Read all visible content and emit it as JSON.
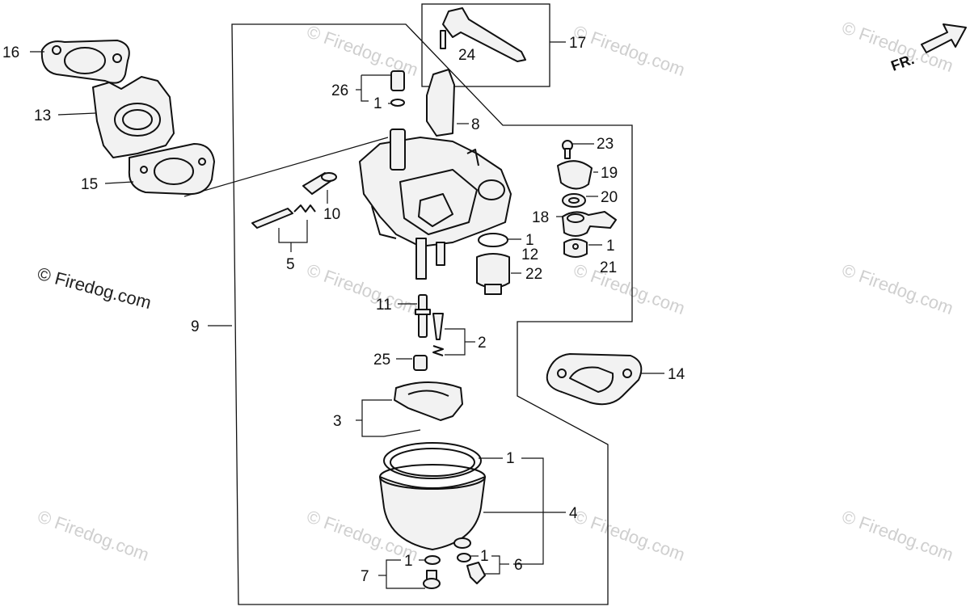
{
  "watermark": {
    "text": "© Firedog.com"
  },
  "direction_label": "FR.",
  "callouts": {
    "c16": "16",
    "c13": "13",
    "c15": "15",
    "c26": "26",
    "c1_a": "1",
    "c8": "8",
    "c17": "17",
    "c24": "24",
    "c23": "23",
    "c19": "19",
    "c20": "20",
    "c18": "18",
    "c1_b": "1",
    "c21": "21",
    "c10": "10",
    "c5": "5",
    "c1_c": "1",
    "c12": "12",
    "c22": "22",
    "c9": "9",
    "c11": "11",
    "c2": "2",
    "c25": "25",
    "c3": "3",
    "c14": "14",
    "c1_d": "1",
    "c4": "4",
    "c1_e": "1",
    "c1_f": "1",
    "c6": "6",
    "c7": "7"
  }
}
